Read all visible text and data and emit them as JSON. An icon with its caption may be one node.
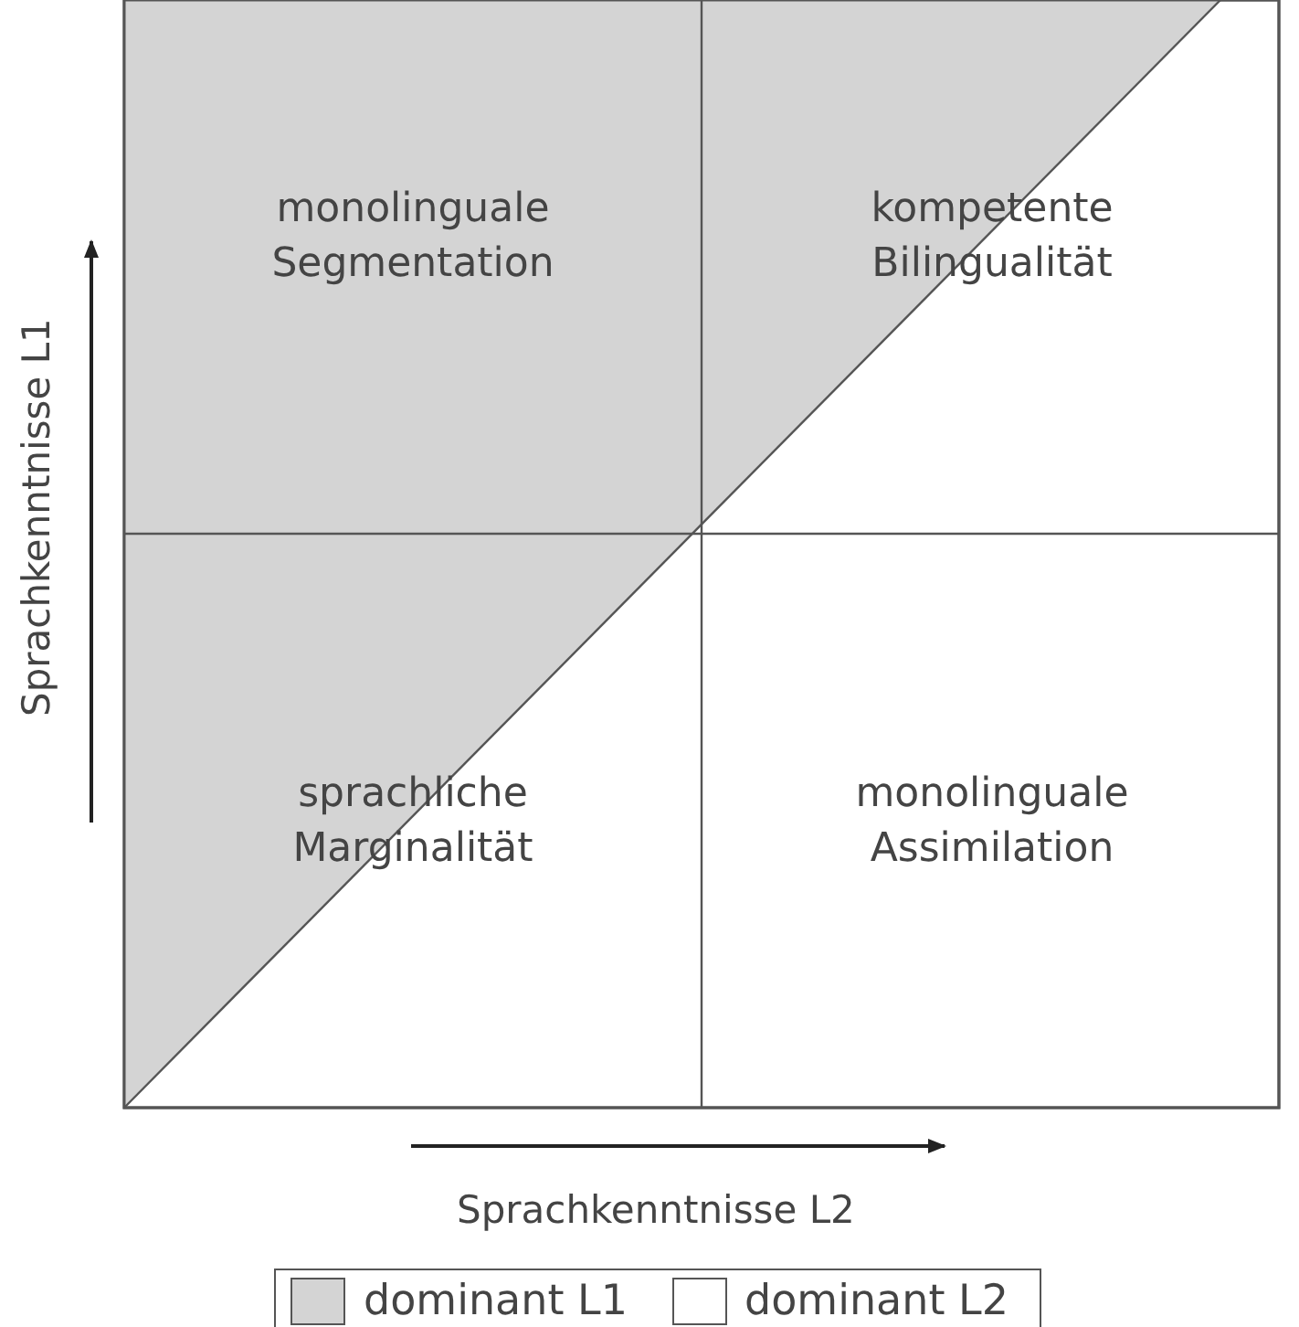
{
  "diagram": {
    "nodes": [
      {
        "text": [
          "monolinguale Segmentation"
        ]
      },
      {
        "text": [
          "kompetente Bilingualität"
        ]
      },
      {
        "text": [
          "sprachliche Marginalität"
        ]
      },
      {
        "text": [
          "monolinguale Assimilation"
        ]
      }
    ],
    "labels": [
      "Sprachkenntnisse L1",
      "Sprachkenntnisse L2"
    ],
    "legend": [
      {
        "text": "dominant L1",
        "color": "#d4d4d4"
      },
      {
        "text": "dominant L2",
        "color": "#ffffff"
      }
    ]
  }
}
